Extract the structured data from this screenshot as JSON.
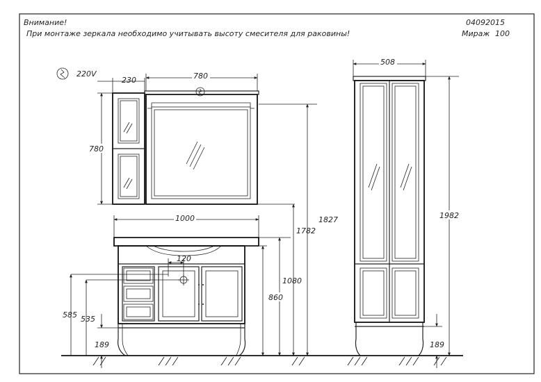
{
  "header": {
    "warning_title": "Внимание!",
    "warning_text": "При монтаже зеркала необходимо учитывать высоту смесителя для раковины!",
    "doc_code": "04092015",
    "model_name": "Мираж",
    "model_size": "100"
  },
  "electrical": {
    "voltage": "220V",
    "icon": "lightning-bolt-icon"
  },
  "dimensions": {
    "cabinet_width": "230",
    "mirror_width": "780",
    "mirror_height": "780",
    "vanity_width": "1000",
    "pipe_spacing": "120",
    "pipe_height_1": "585",
    "pipe_height_2": "535",
    "leg_height_left": "189",
    "vanity_height_1": "1080",
    "vanity_height_2": "860",
    "mirror_bottom_height": "1782",
    "mirror_top_height": "1827",
    "column_width": "508",
    "column_height": "1982",
    "leg_height_right": "189"
  }
}
